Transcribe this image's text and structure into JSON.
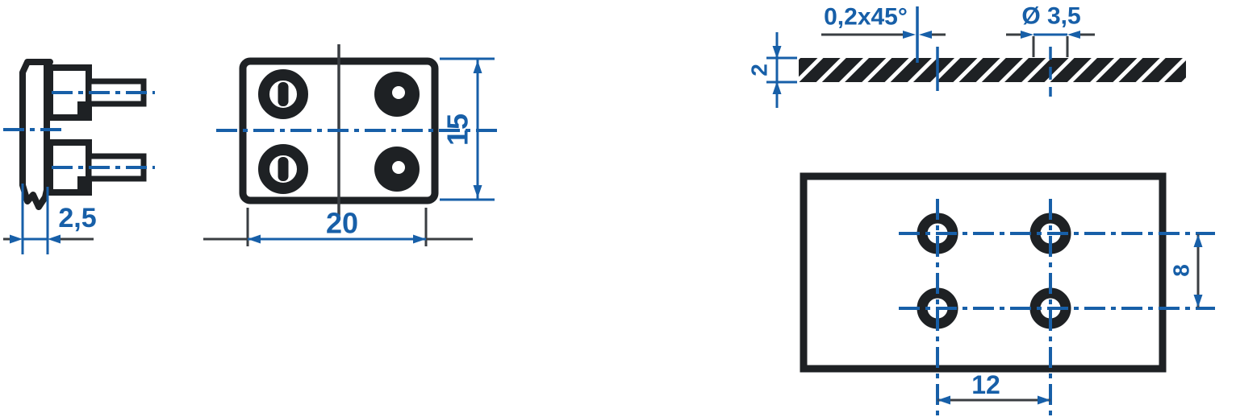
{
  "colors": {
    "line": "#1e2124",
    "accent_blue": "#175fa8",
    "gray": "#3a3e42",
    "background": "#ffffff"
  },
  "views": {
    "side": {
      "depth_label": "2,5"
    },
    "front": {
      "width_label": "20",
      "height_label": "15"
    },
    "section": {
      "thickness_label": "2",
      "chamfer_label": "0,2x45°",
      "hole_diameter_label": "Ø 3,5"
    },
    "layout": {
      "pitch_x_label": "12",
      "pitch_y_label": "8"
    }
  }
}
